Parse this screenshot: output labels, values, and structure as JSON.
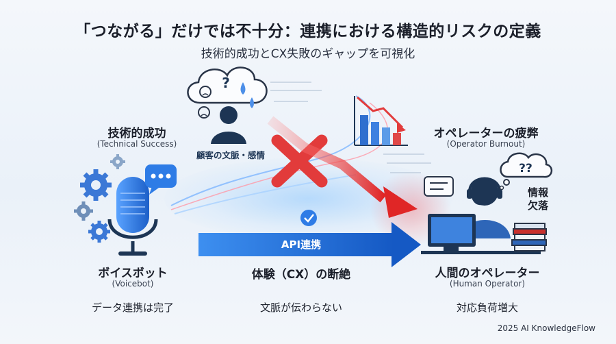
{
  "header": {
    "title": "「つながる」だけでは不十分：連携における構造的リスクの定義",
    "subtitle": "技術的成功とCX失敗のギャップを可視化"
  },
  "left": {
    "heading": "技術的成功",
    "heading_en": "(Technical Success)",
    "name": "ボイスボット",
    "name_en": "(Voicebot)",
    "status": "データ連携は完了"
  },
  "center": {
    "customer_label": "顧客の文脈・感情",
    "arrow_label": "API連携",
    "heading": "体験（CX）の断絶",
    "status": "文脈が伝わらない"
  },
  "right": {
    "heading": "オペレーターの疲弊",
    "heading_en": "(Operator Burnout)",
    "thought_label": "??",
    "info_label_1": "情報",
    "info_label_2": "欠落",
    "name": "人間のオペレーター",
    "name_en": "(Human Operator)",
    "status": "対応負荷増大"
  },
  "bubble_marks": "?",
  "footer": {
    "credit": "2025 AI KnowledgeFlow"
  },
  "colors": {
    "blue": "#1f6fd6",
    "red": "#e23b3b",
    "navy": "#1d3554"
  },
  "icons": [
    "gear-icon",
    "microphone-icon",
    "chat-bubble-icon",
    "customer-thought-icon",
    "check-icon",
    "cross-icon",
    "declining-chart-icon",
    "operator-headset-icon",
    "question-bubble-icon",
    "document-stack-icon"
  ]
}
